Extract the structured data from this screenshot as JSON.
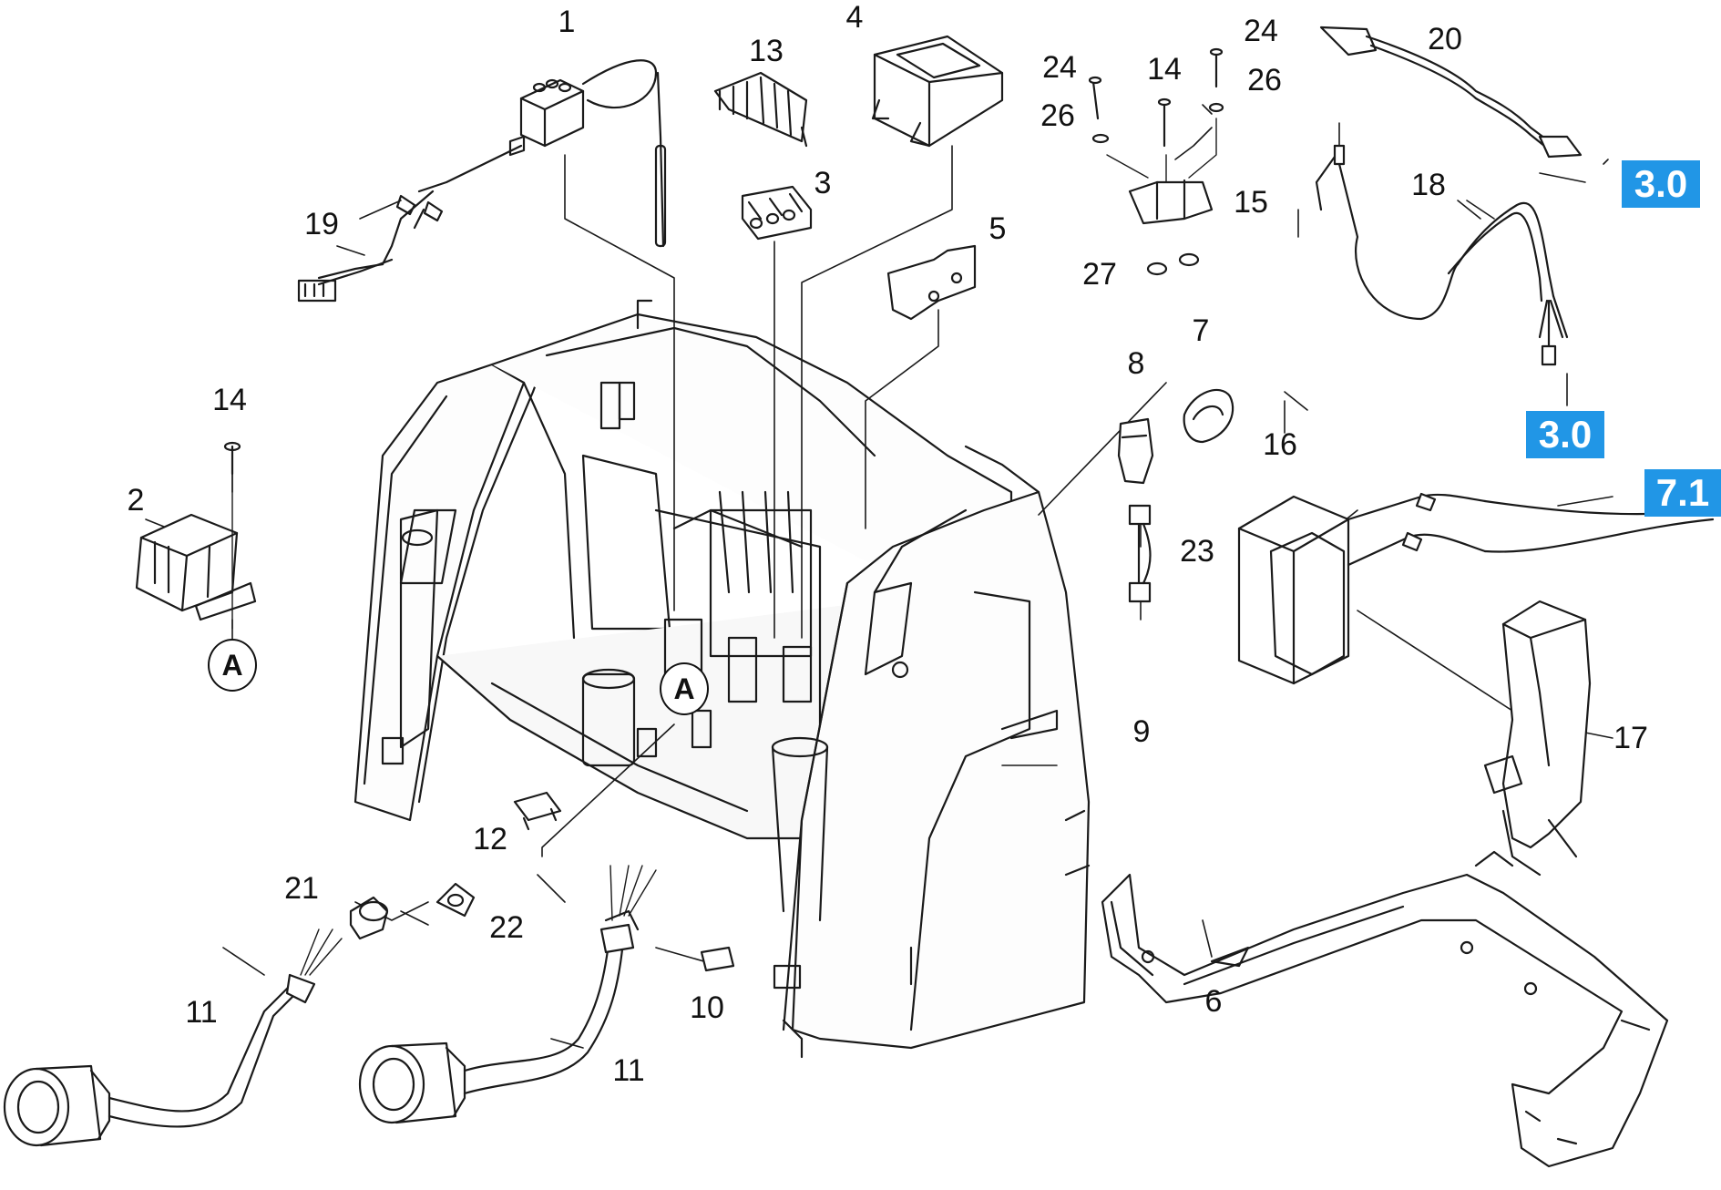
{
  "diagram": {
    "part_labels": [
      "1",
      "13",
      "4",
      "24",
      "14",
      "24",
      "26",
      "26",
      "20",
      "19",
      "3",
      "15",
      "5",
      "18",
      "27",
      "14",
      "2",
      "8",
      "7",
      "16",
      "23",
      "9",
      "17",
      "12",
      "21",
      "22",
      "10",
      "11",
      "11",
      "6"
    ],
    "reference_badges": [
      "3.0",
      "3.0",
      "7.1"
    ],
    "detail_markers": [
      "A",
      "A"
    ],
    "colors": {
      "badge_fill": "#2196e6",
      "badge_text": "#ffffff",
      "line_art": "#1a1a1a"
    }
  }
}
